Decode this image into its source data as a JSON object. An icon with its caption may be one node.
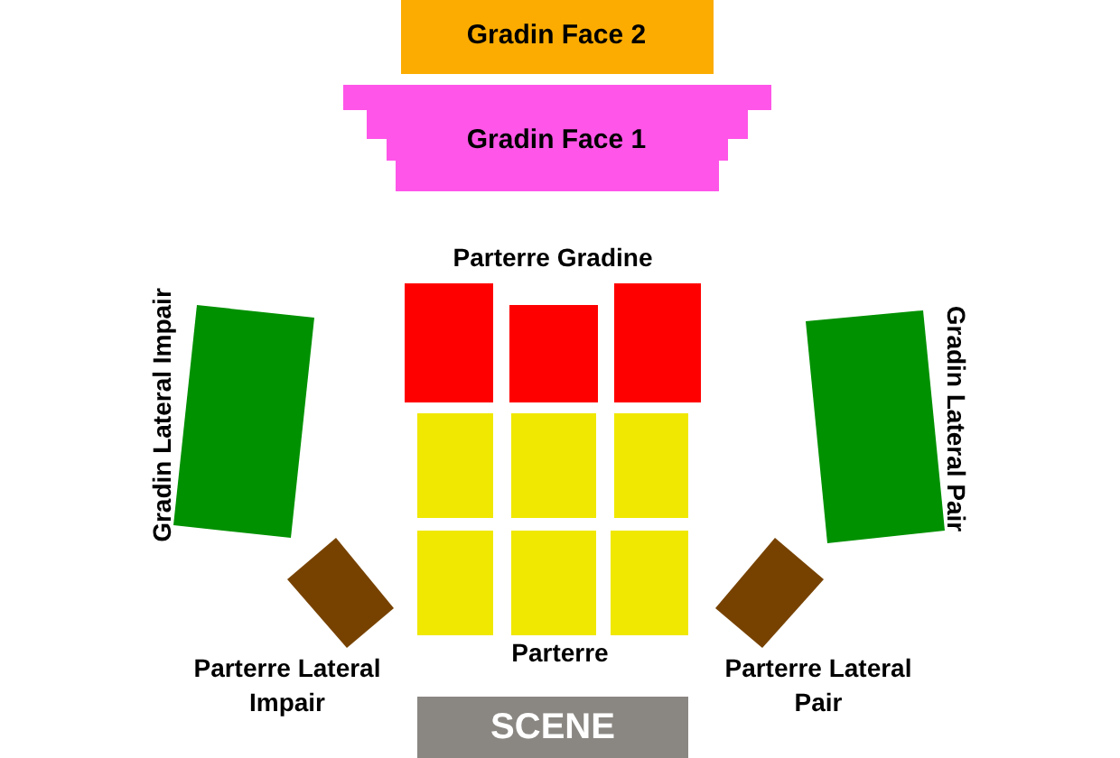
{
  "diagram": {
    "nodes": [
      {
        "text": [
          "Gradin Face 2"
        ]
      },
      {
        "text": [
          "Gradin Face 1"
        ]
      },
      {
        "text": [
          "Gradin Lateral Impair"
        ]
      },
      {
        "text": [],
        "shape": "box"
      },
      {
        "text": [],
        "shape": "box"
      },
      {
        "text": [],
        "shape": "box"
      },
      {
        "text": [
          "Gradin Lateral Pair"
        ]
      },
      {
        "text": [],
        "shape": "box"
      },
      {
        "text": [],
        "shape": "box"
      },
      {
        "text": [],
        "shape": "box"
      },
      {
        "text": [],
        "shape": "box"
      },
      {
        "text": [],
        "shape": "box"
      },
      {
        "text": [],
        "shape": "box"
      },
      {
        "text": [
          "Parterre Lateral Impair"
        ]
      },
      {
        "text": [
          "Parterre Lateral Pair"
        ]
      },
      {
        "text": [
          "SCENE"
        ]
      }
    ],
    "labels": [
      "Parterre Gradine",
      "Parterre"
    ]
  }
}
